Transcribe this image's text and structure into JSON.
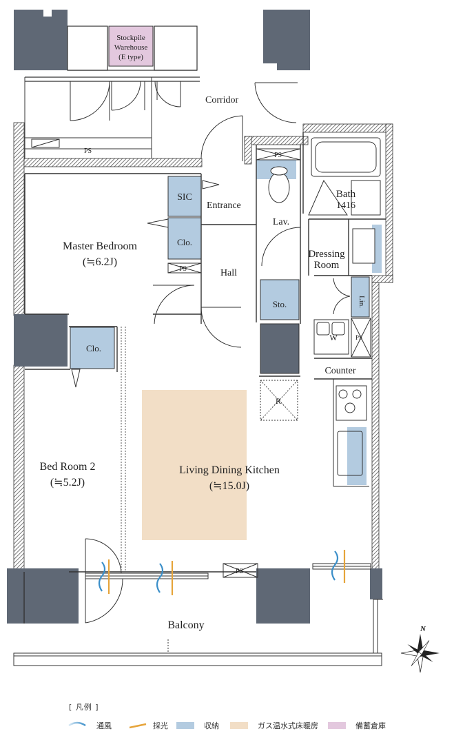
{
  "colors": {
    "wall": "#5f6875",
    "storage": "#b3cbe0",
    "floor_heating": "#f2dec6",
    "reserve_storage": "#e3c8de",
    "ventilation": "#3b8fc9",
    "daylight": "#e6a43a"
  },
  "rooms": {
    "corridor": "Corridor",
    "stockpile_1": "Stockpile",
    "stockpile_2": "Warehouse",
    "stockpile_3": "(E type)",
    "ps_top": "PS",
    "ps_lav": "PS",
    "ps_master": "PS",
    "ps_wash": "PS",
    "ps_balcony": "PS",
    "sic": "SIC",
    "entrance": "Entrance",
    "master_bedroom": "Master Bedroom",
    "master_bedroom_size": "(≒6.2J)",
    "clo_master": "Clo.",
    "hall": "Hall",
    "lav": "Lav.",
    "bath": "Bath",
    "bath_size": "1416",
    "dressing_1": "Dressing",
    "dressing_2": "Room",
    "lin": "Lin.",
    "sto": "Sto.",
    "w": "W",
    "counter": "Counter",
    "fridge": "R",
    "clo_bed2": "Clo.",
    "bed_room_2": "Bed Room 2",
    "bed_room_2_size": "(≒5.2J)",
    "ldk": "Living Dining Kitchen",
    "ldk_size": "(≒15.0J)",
    "balcony": "Balcony",
    "north": "N"
  },
  "legend": {
    "title": "[ 凡例 ]",
    "items": [
      {
        "label": "通風",
        "icon": "ventilation-icon"
      },
      {
        "label": "採光",
        "icon": "daylight-icon"
      },
      {
        "label": "収納",
        "icon": "storage-swatch"
      },
      {
        "label": "ガス温水式床暖房",
        "icon": "floor-heating-swatch"
      },
      {
        "label": "備蓄倉庫",
        "icon": "reserve-storage-swatch"
      }
    ]
  }
}
